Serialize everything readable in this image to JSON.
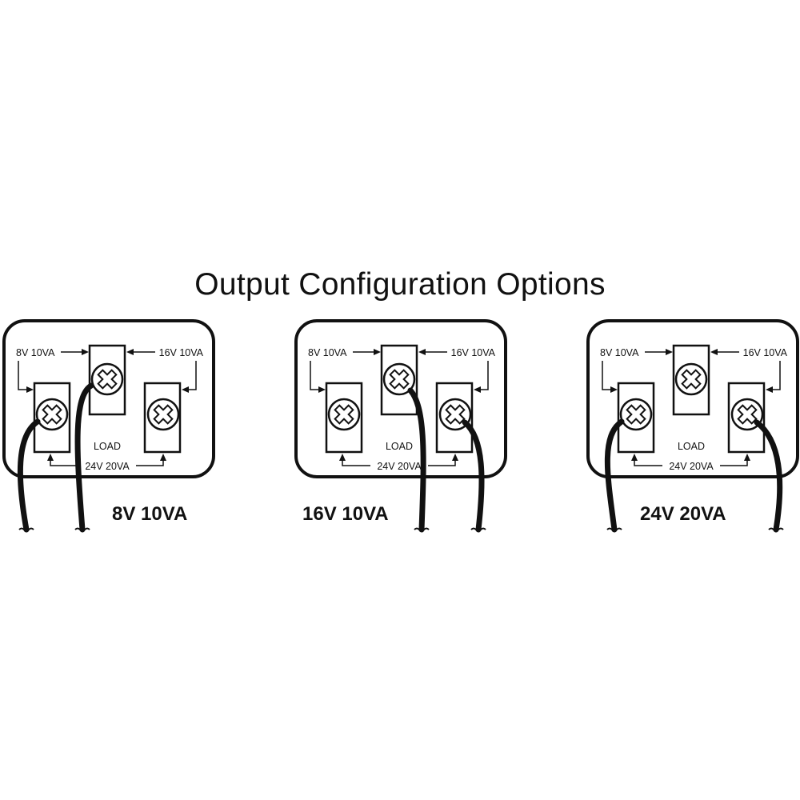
{
  "title": "Output Configuration Options",
  "panels": [
    {
      "output_label": "8V 10VA",
      "wired_terminals": [
        "left",
        "center"
      ]
    },
    {
      "output_label": "16V 10VA",
      "wired_terminals": [
        "center",
        "right"
      ]
    },
    {
      "output_label": "24V 20VA",
      "wired_terminals": [
        "left",
        "right"
      ]
    }
  ],
  "labels": {
    "left_pair": "8V 10VA",
    "right_pair": "16V 10VA",
    "outer_pair": "24V 20VA",
    "load": "LOAD"
  }
}
